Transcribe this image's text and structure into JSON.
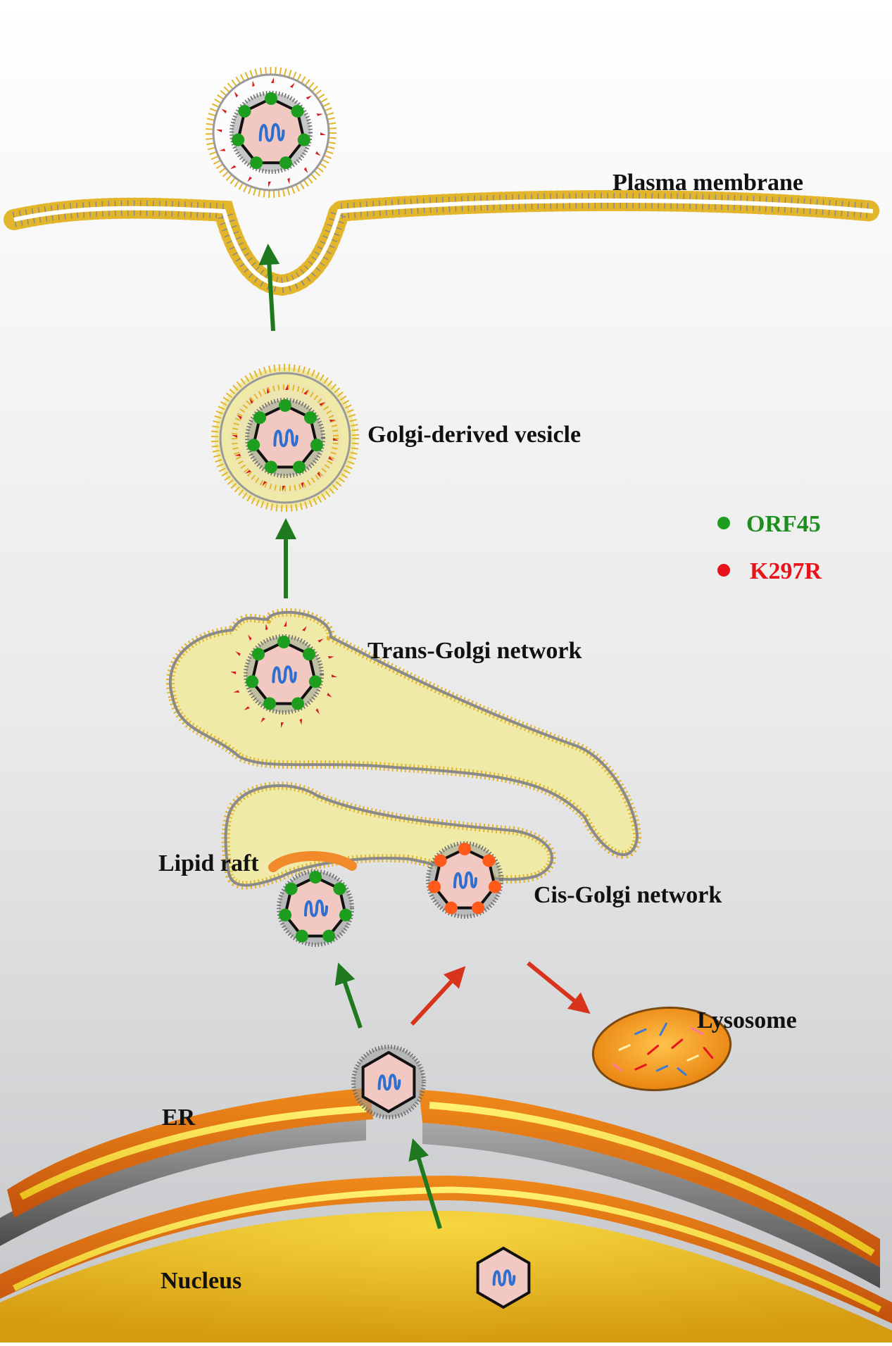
{
  "labels": {
    "plasma_membrane": "Plasma membrane",
    "golgi_vesicle": "Golgi-derived vesicle",
    "trans_golgi": "Trans-Golgi network",
    "lipid_raft": "Lipid raft",
    "cis_golgi": "Cis-Golgi network",
    "lysosome": "Lysosome",
    "er": "ER",
    "nucleus": "Nucleus"
  },
  "legend": [
    {
      "label": "ORF45",
      "color": "#1e8f1e"
    },
    {
      "label": "K297R",
      "color": "#e8141c"
    }
  ],
  "colors": {
    "arrow_green": "#1f7a1f",
    "arrow_red": "#d8341c",
    "orf45_dot": "#1e9e1e",
    "k297r_dot": "#ff5a1a",
    "tegument_red": "#d42020",
    "capsid_fill": "#f2c8c2",
    "genome": "#2f6fd0",
    "golgi_fill": "#f0eaa8",
    "membrane_head": "#e3b52a",
    "er_orange": "#e06a10",
    "er_yellow": "#f3d23a",
    "nucleus": "#e8b818",
    "lysosome": "#f29a1e"
  },
  "icons": [
    "virion-icon",
    "capsid-icon",
    "arrow-icon",
    "legend-dot-icon"
  ]
}
